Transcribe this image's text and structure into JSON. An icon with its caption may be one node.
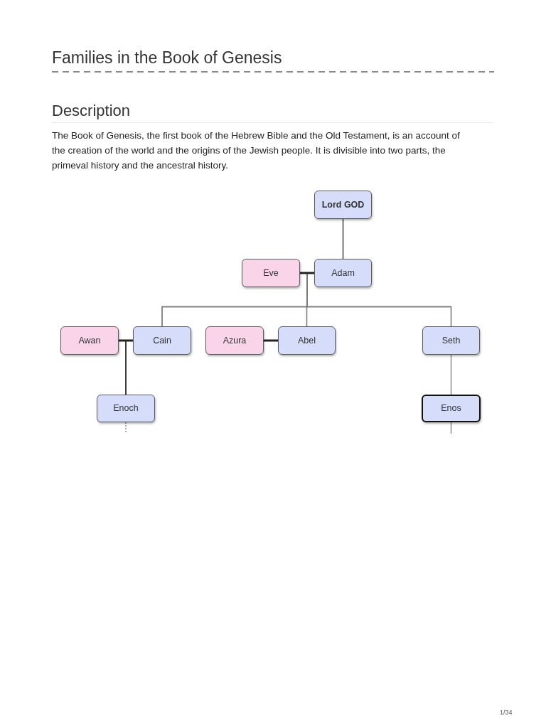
{
  "diagram": {
    "title": "Families in the Book of Genesis",
    "nodes": [
      {
        "text": [
          "Lord GOD"
        ]
      },
      {
        "text": [
          "Eve"
        ]
      },
      {
        "text": [
          "Adam"
        ]
      },
      {
        "text": [
          "Awan"
        ]
      },
      {
        "text": [
          "Cain"
        ]
      },
      {
        "text": [
          "Azura"
        ]
      },
      {
        "text": [
          "Abel"
        ]
      },
      {
        "text": [
          "Seth"
        ]
      },
      {
        "text": [
          "Enoch"
        ]
      },
      {
        "text": [
          "Enos"
        ]
      }
    ],
    "edges": [
      {
        "from": 0,
        "to": 2,
        "arrow": "none",
        "color": "#222222"
      },
      {
        "from": 1,
        "to": 2,
        "arrow": "none",
        "style": "thick",
        "color": "#222222"
      },
      {
        "from": 1,
        "to": 4,
        "arrow": "none"
      },
      {
        "from": 2,
        "to": 4,
        "arrow": "none"
      },
      {
        "from": 1,
        "to": 6,
        "arrow": "none"
      },
      {
        "from": 2,
        "to": 6,
        "arrow": "none"
      },
      {
        "from": 1,
        "to": 7,
        "arrow": "none"
      },
      {
        "from": 2,
        "to": 7,
        "arrow": "none"
      },
      {
        "from": 3,
        "to": 4,
        "arrow": "none",
        "style": "thick",
        "color": "#222222"
      },
      {
        "from": 5,
        "to": 6,
        "arrow": "none",
        "style": "thick",
        "color": "#222222"
      },
      {
        "from": 3,
        "to": 8,
        "arrow": "none",
        "color": "#222222"
      },
      {
        "from": 4,
        "to": 8,
        "arrow": "none",
        "color": "#222222"
      },
      {
        "from": 7,
        "to": 9,
        "arrow": "none"
      },
      {
        "from": 8,
        "to": null,
        "arrow": "none",
        "style": "dashed"
      },
      {
        "from": 9,
        "to": null,
        "arrow": "none"
      }
    ],
    "labels": [
      "Description",
      "The Book of Genesis, the first book of the Hebrew Bible and the Old Testament, is an account of the creation of the world and the origins of the Jewish people. It is divisible into two parts, the primeval history and the ancestral history.",
      "1/34"
    ]
  }
}
